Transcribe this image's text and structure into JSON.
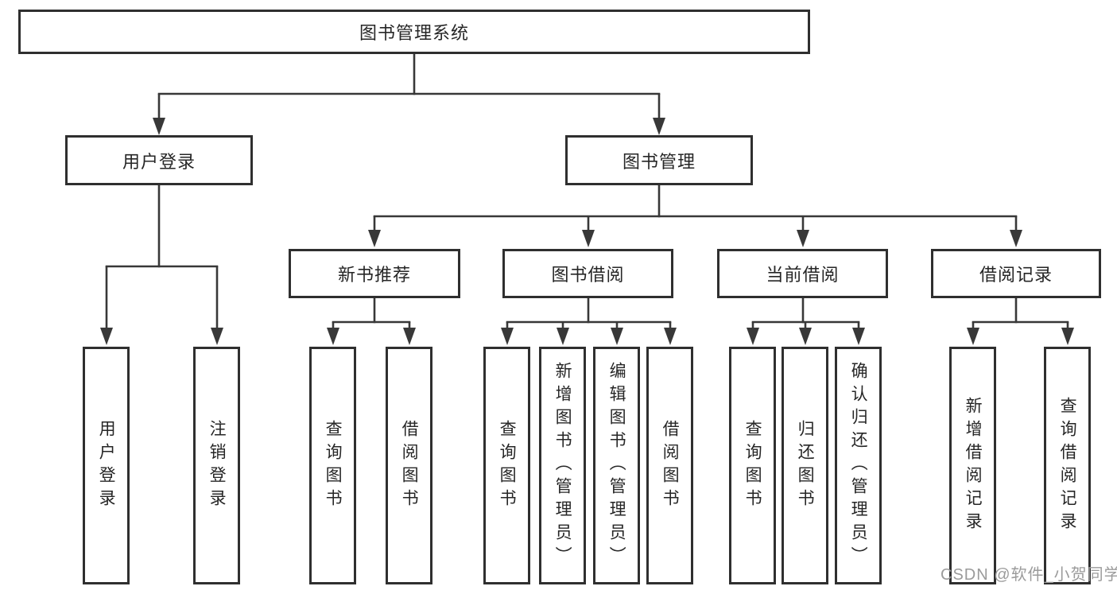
{
  "diagram": {
    "title": "图书管理系统",
    "level2": {
      "user_login": "用户登录",
      "book_management": "图书管理"
    },
    "level3": {
      "new_book_recommend": "新书推荐",
      "book_borrow": "图书借阅",
      "current_borrow": "当前借阅",
      "borrow_records": "借阅记录"
    },
    "leaves": {
      "user_login": "用户登录",
      "logout": "注销登录",
      "query_books_1": "查询图书",
      "borrow_books_1": "借阅图书",
      "query_books_2": "查询图书",
      "add_books_admin": "新增图书（管理员）",
      "edit_books_admin": "编辑图书（管理员）",
      "borrow_books_2": "借阅图书",
      "query_books_3": "查询图书",
      "return_books": "归还图书",
      "confirm_return_admin": "确认归还（管理员）",
      "add_borrow_record": "新增借阅记录",
      "query_borrow_record": "查询借阅记录"
    },
    "watermark": "CSDN @软件_小贺同学",
    "colors": {
      "line": "#383838",
      "box_border": "#2f2f2f",
      "text": "#262626",
      "watermark": "#9b9b9b",
      "background": "#ffffff"
    }
  }
}
